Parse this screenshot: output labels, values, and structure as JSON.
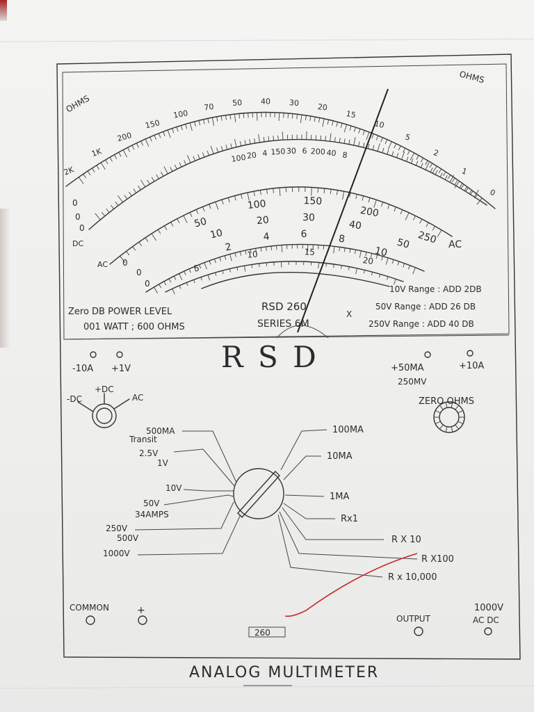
{
  "sheet": {
    "title": "ANALOG MULTIMETER"
  },
  "meter": {
    "ohms_left": "OHMS",
    "ohms_right": "OHMS",
    "ohms_scale": [
      "2K",
      "1K",
      "200",
      "150",
      "100",
      "70",
      "50",
      "40",
      "30",
      "20",
      "15",
      "10",
      "5",
      "2",
      "1",
      "0"
    ],
    "dc_label": "DC",
    "ac_label": "AC",
    "ac_label_right": "AC",
    "scale_250": [
      "50",
      "100",
      "150",
      "200",
      "250"
    ],
    "scale_50": [
      "10",
      "20",
      "30",
      "40",
      "50"
    ],
    "scale_10": [
      "2",
      "4",
      "6",
      "8",
      "10"
    ],
    "inner_ohm_ticks": [
      "100",
      "20",
      "4",
      "150",
      "30",
      "6",
      "200",
      "40",
      "8"
    ],
    "small_scale": [
      "5",
      "10",
      "15",
      "20"
    ],
    "zeros": [
      "0",
      "0",
      "0",
      "0",
      "0",
      "0"
    ],
    "lower_left_1": "Zero DB POWER LEVEL",
    "lower_left_2": "001 WATT ; 600 OHMS",
    "model": "RSD 260",
    "series": "SERIES 6M",
    "cross": "X",
    "range_1": "10V Range : ADD 2DB",
    "range_2": "50V Range : ADD 26 DB",
    "range_3": "250V Range : ADD 40 DB"
  },
  "brand": "R S D",
  "jacks_top_left": {
    "label_a": "-10A",
    "label_b": "+1V"
  },
  "jacks_top_right": {
    "label_a": "+50MA",
    "label_a2": "250MV",
    "label_b": "+10A"
  },
  "selector_small": {
    "minus_dc": "-DC",
    "plus_dc": "+DC",
    "ac": "AC"
  },
  "zero_ohms": "ZERO OHMS",
  "rotary_left": [
    "500MA",
    "Transit",
    "2.5V",
    "1V",
    "10V",
    "50V",
    "34AMPS",
    "250V",
    "500V",
    "1000V"
  ],
  "rotary_right": [
    "100MA",
    "10MA",
    "1MA",
    "Rx1",
    "R X 10",
    "R X100",
    "R x 10,000"
  ],
  "bottom": {
    "common": "COMMON",
    "plus": "+",
    "output": "OUTPUT",
    "hv_1": "1000V",
    "hv_2": "AC DC",
    "model_tag": "260"
  }
}
